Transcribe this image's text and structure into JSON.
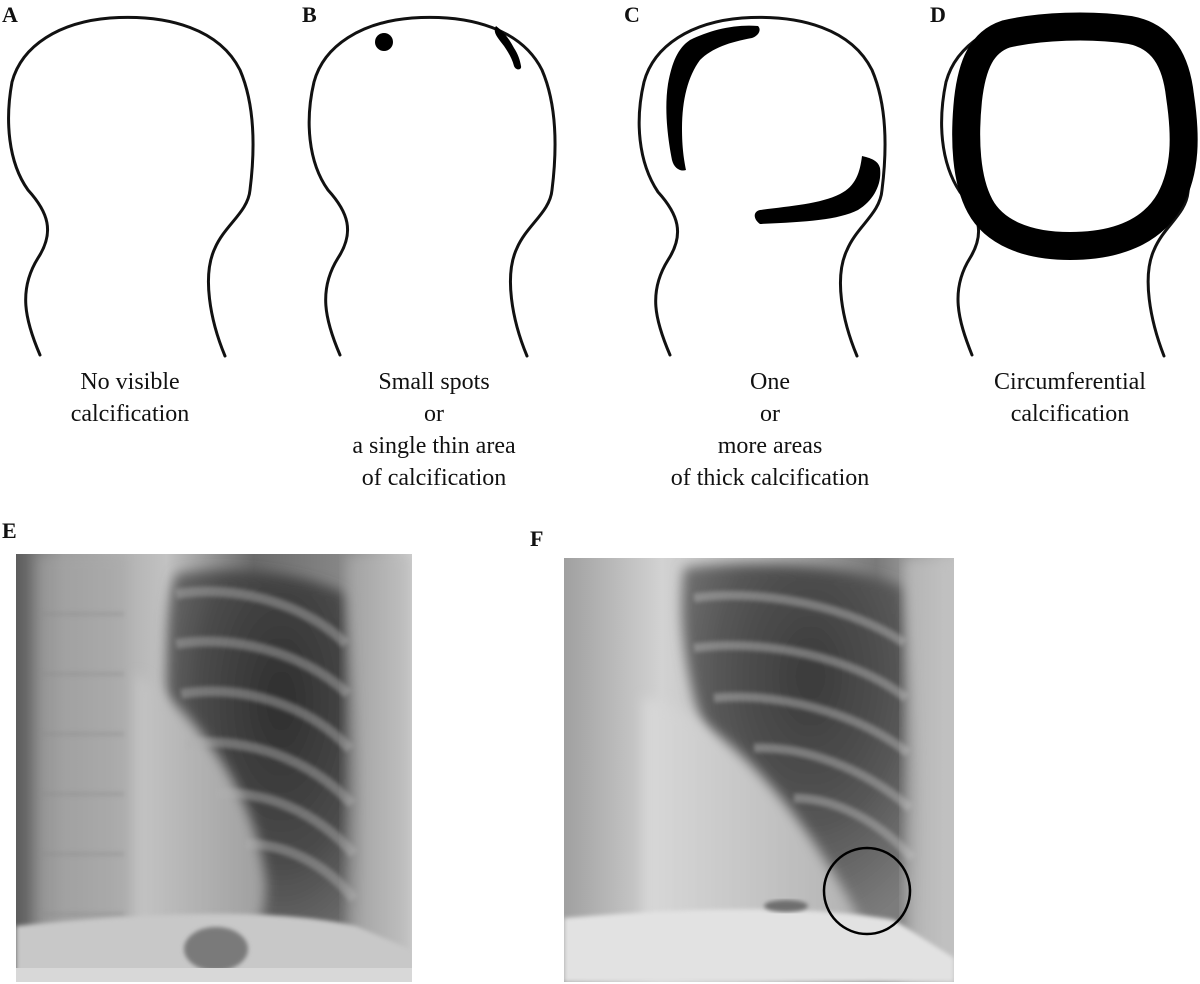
{
  "panels": {
    "a": {
      "letter": "A",
      "caption": [
        "No visible",
        "calcification"
      ]
    },
    "b": {
      "letter": "B",
      "caption": [
        "Small spots",
        "or",
        "a single thin area",
        "of  calcification"
      ]
    },
    "c": {
      "letter": "C",
      "caption": [
        "One",
        "or",
        "more areas",
        "of thick calcification"
      ]
    },
    "d": {
      "letter": "D",
      "caption": [
        "Circumferential",
        "calcification"
      ]
    },
    "e": {
      "letter": "E"
    },
    "f": {
      "letter": "F"
    }
  }
}
